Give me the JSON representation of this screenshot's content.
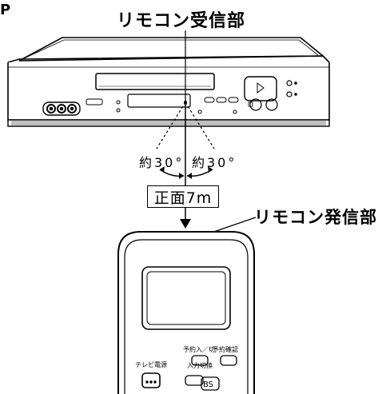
{
  "labels": {
    "corner_mark": "P",
    "receiver": "リモコン受信部",
    "transmitter": "リモコン発信部",
    "angle_left": "約30°",
    "angle_right": "約30°",
    "distance": "正面7m"
  },
  "remote_buttons": {
    "reserve_on_off": "予約入／切",
    "reserve_check": "予約確認",
    "tv_power": "テレビ電源",
    "input_switch": "入力切換",
    "bs": "BS"
  }
}
